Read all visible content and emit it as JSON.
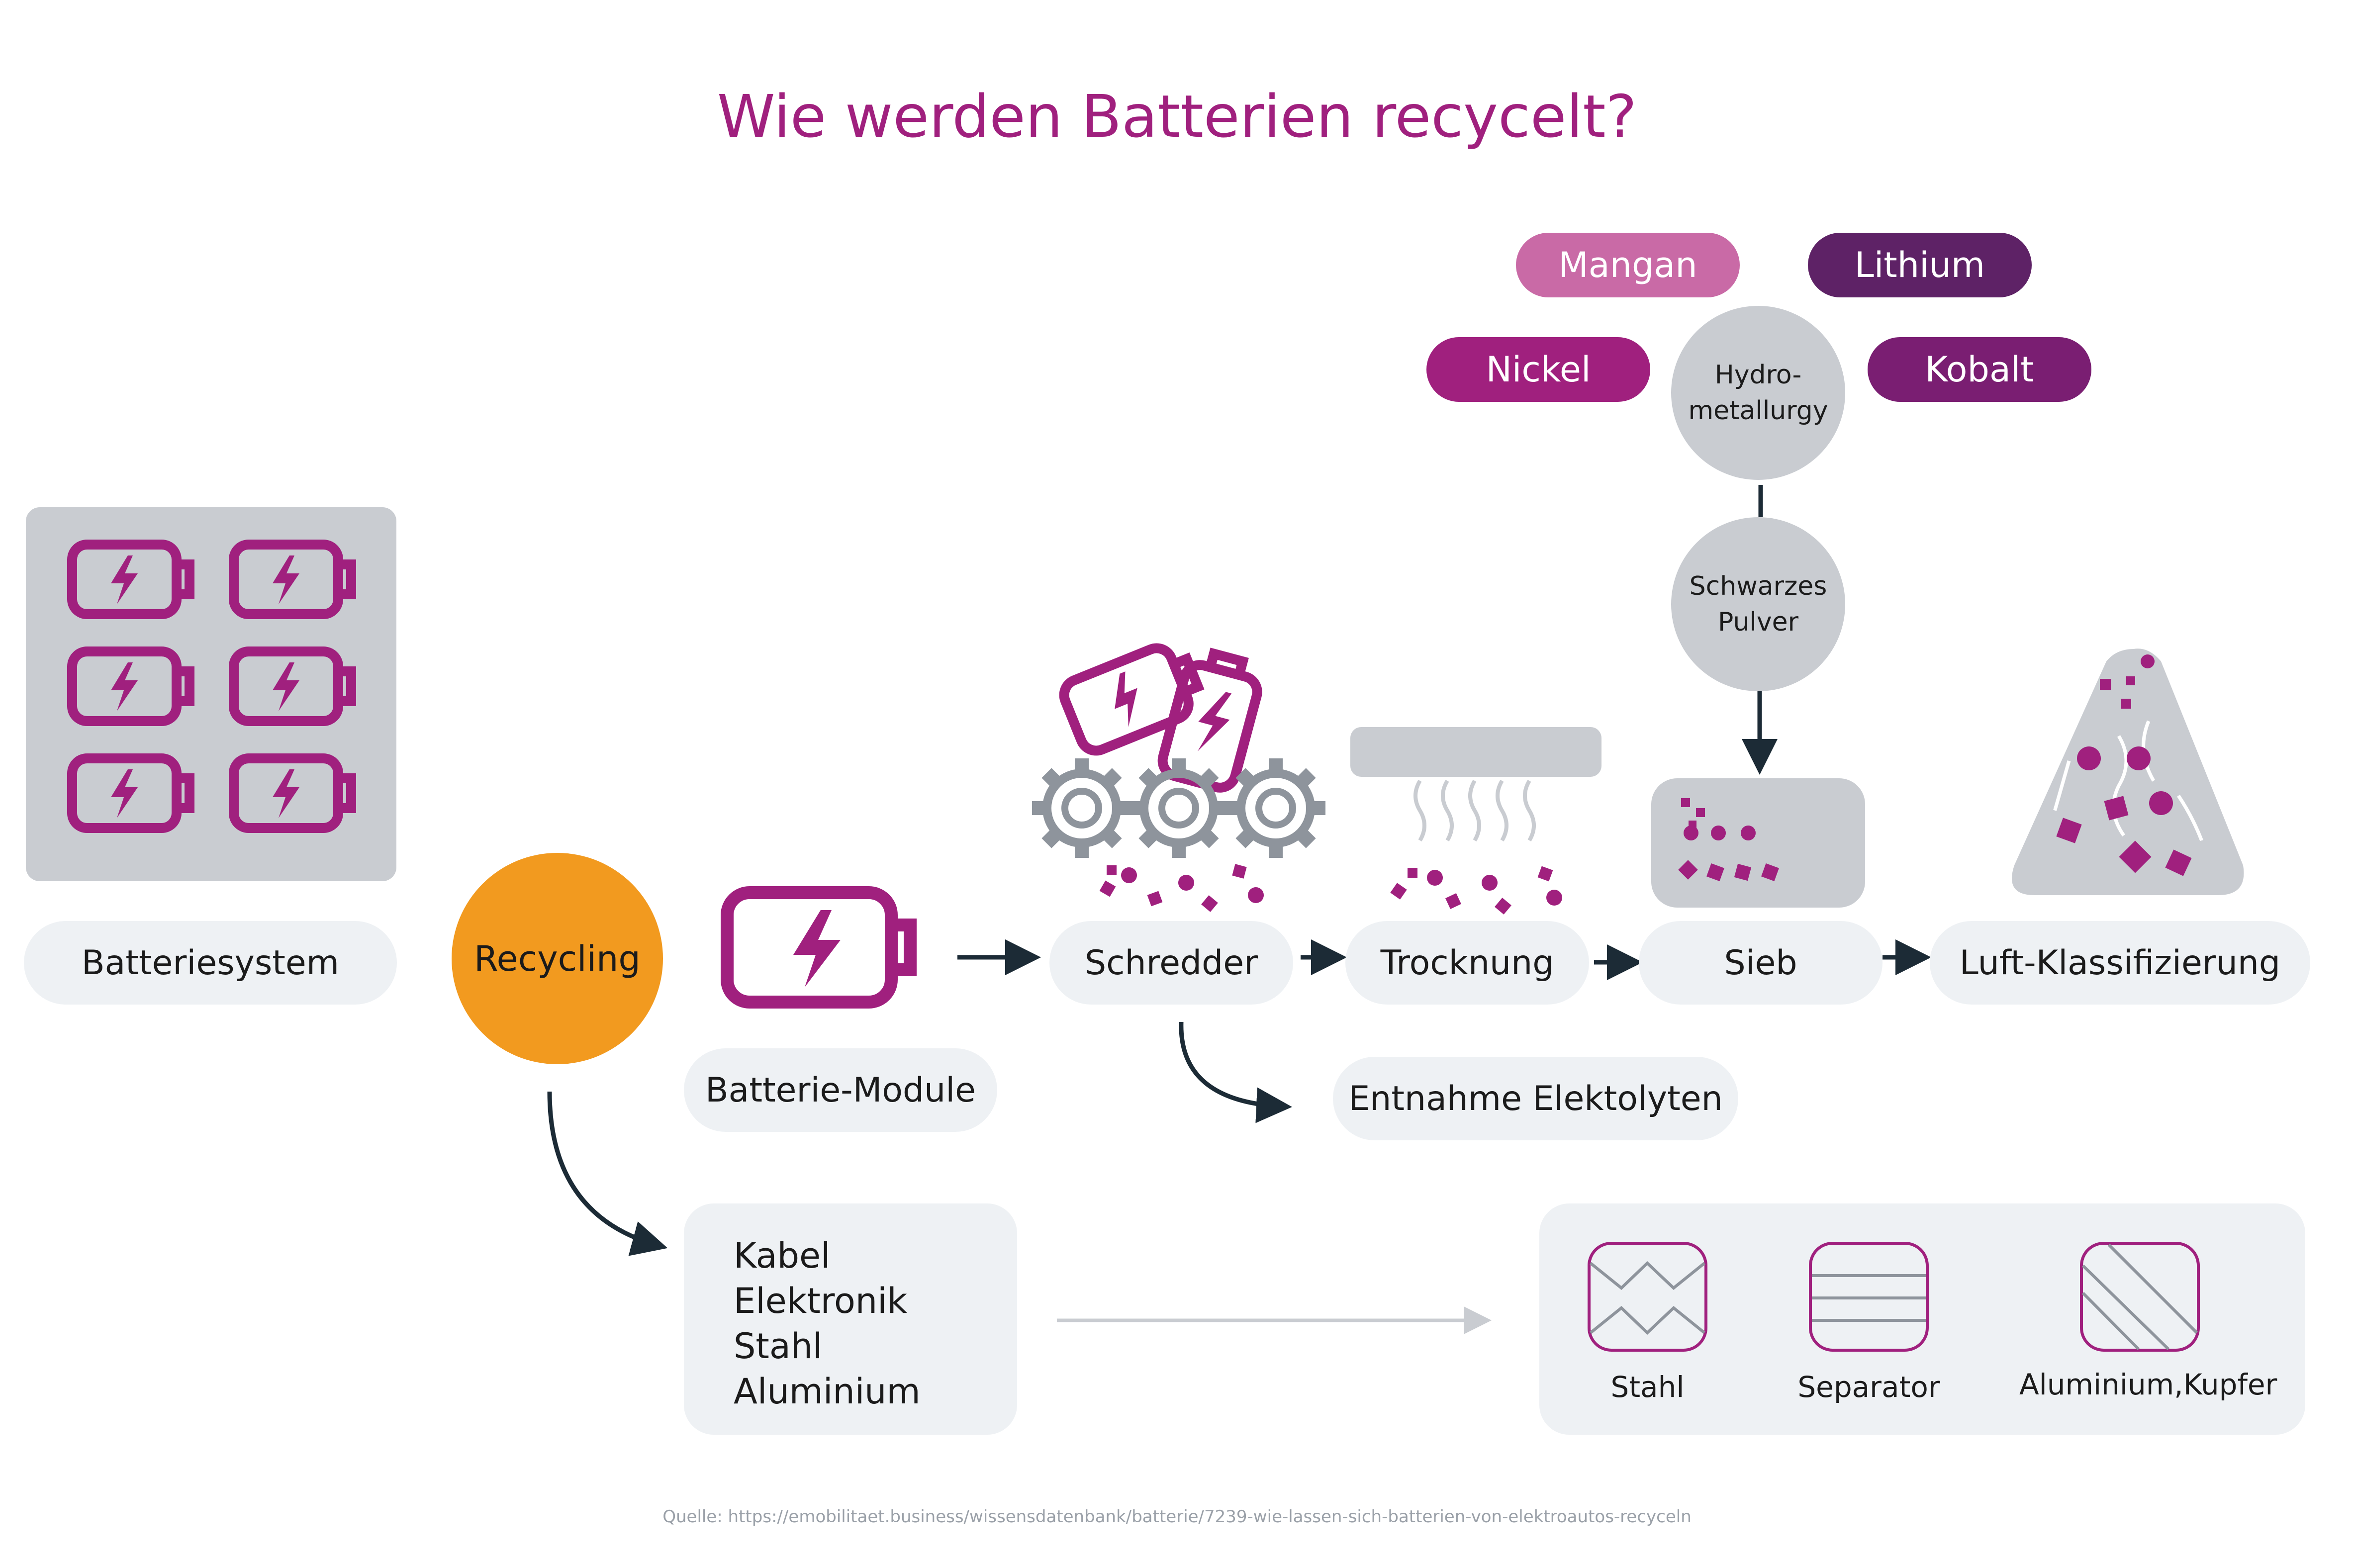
{
  "title": "Wie werden Batterien recycelt?",
  "steps": {
    "batteriesystem": "Batteriesystem",
    "recycling": "Recycling",
    "batterie_module": "Batterie-Module",
    "schredder": "Schredder",
    "trocknung": "Trocknung",
    "sieb": "Sieb",
    "luft": "Luft-Klassifizierung",
    "elektrolyten": "Entnahme Elektolyten"
  },
  "circles": {
    "schwarzes_line1": "Schwarzes",
    "schwarzes_line2": "Pulver",
    "hydro_line1": "Hydro-",
    "hydro_line2": "metallurgy"
  },
  "metals": {
    "mangan": "Mangan",
    "lithium": "Lithium",
    "nickel": "Nickel",
    "kobalt": "Kobalt"
  },
  "side_outputs": [
    "Kabel",
    "Elektronik",
    "Stahl",
    "Aluminium"
  ],
  "materials": {
    "stahl": "Stahl",
    "separator": "Separator",
    "alu": "Aluminium,Kupfer"
  },
  "source": "Quelle: https://emobilitaet.business/wissensdatenbank/batterie/7239-wie-lassen-sich-batterien-von-elektroautos-recyceln",
  "colors": {
    "title": "#a0207e",
    "accent": "#a0207e",
    "recycling": "#f29a1f",
    "mangan": "#c96aa6",
    "lithium": "#5e2266",
    "nickel": "#a0207e",
    "kobalt": "#7a1e72",
    "grey": "#c9ccd1",
    "pill": "#eef1f4",
    "arrow": "#1c2b36"
  }
}
